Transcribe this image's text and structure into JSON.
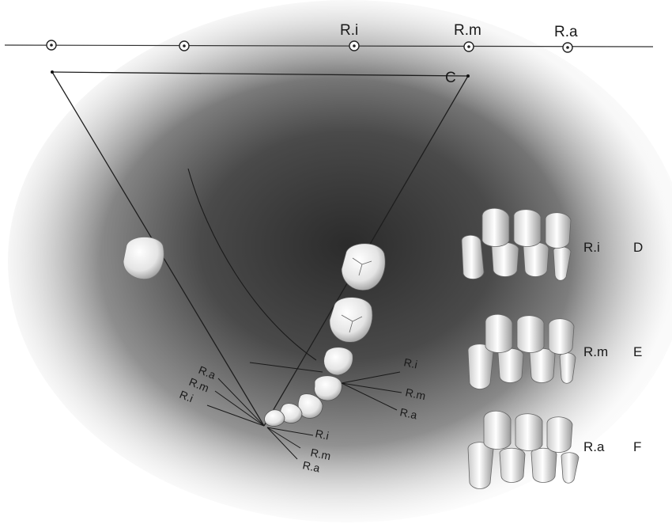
{
  "top_labels": {
    "ri": "R.i",
    "rm": "R.m",
    "ra": "R.a"
  },
  "vertex_label": "C",
  "left_fan_labels": {
    "ra": "R.a",
    "rm": "R.m",
    "ri": "R.i"
  },
  "right_fan_labels": {
    "ri": "R.i",
    "rm": "R.m",
    "ra": "R.a"
  },
  "bottom_fan_labels": {
    "ri": "R.i",
    "rm": "R.m",
    "ra": "R.a"
  },
  "occlusion_rows": [
    {
      "label": "R.i",
      "letter": "D"
    },
    {
      "label": "R.m",
      "letter": "E"
    },
    {
      "label": "R.a",
      "letter": "F"
    }
  ]
}
